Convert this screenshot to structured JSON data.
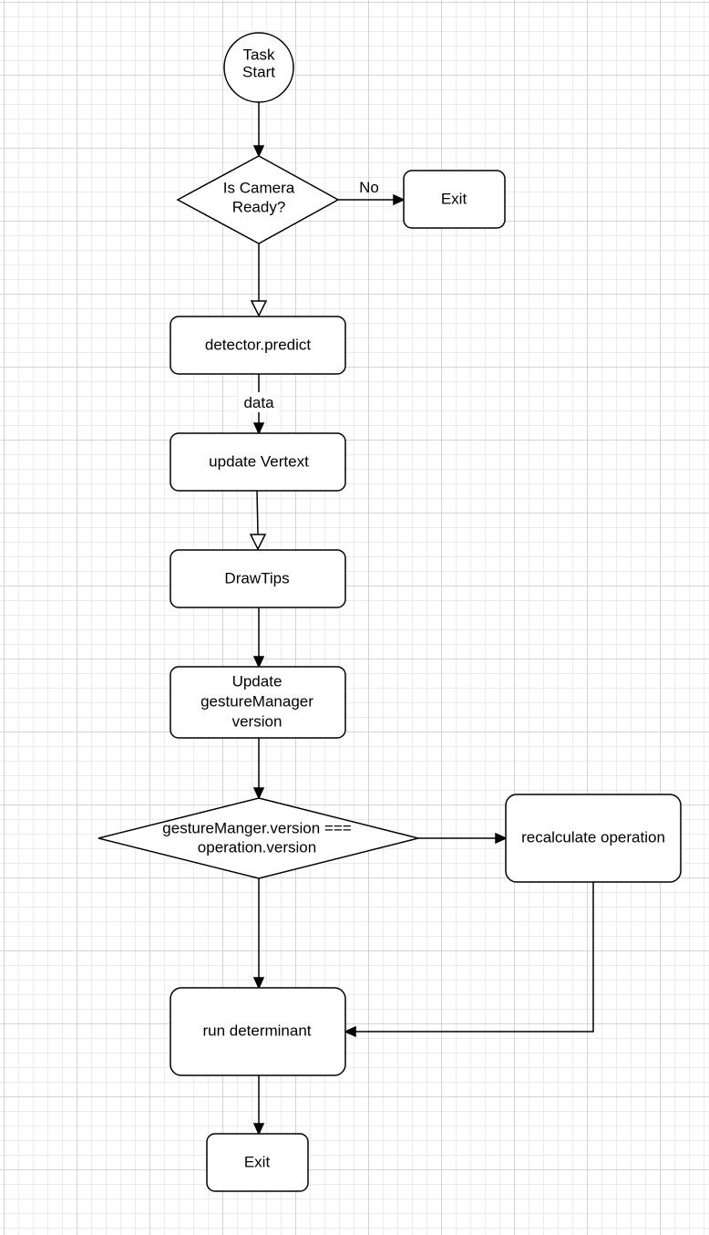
{
  "nodes": {
    "task_start": [
      "Task",
      "Start"
    ],
    "camera_check": [
      "Is Camera",
      "Ready?"
    ],
    "exit_top": "Exit",
    "detector_predict": "detector.predict",
    "update_vertext": "update Vertext",
    "draw_tips": "DrawTips",
    "update_gesture": [
      "Update",
      "gestureManager",
      "version"
    ],
    "version_check": [
      "gestureManger.version ===",
      "operation.version"
    ],
    "recalculate": "recalculate operation",
    "run_determinant": "run determinant",
    "exit_bottom": "Exit"
  },
  "edges": {
    "no_label": "No",
    "data_label": "data"
  }
}
